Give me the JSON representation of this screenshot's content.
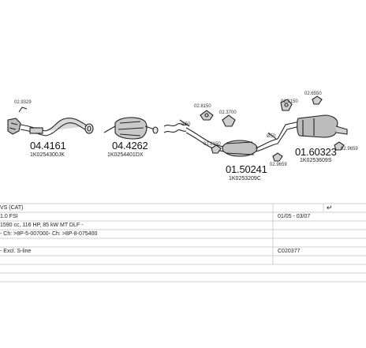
{
  "parts": [
    {
      "code": "04.4161",
      "oe": "1K0254300JK",
      "ref": "02.9329"
    },
    {
      "code": "04.4262",
      "oe": "1K0254401DX"
    },
    {
      "code": "01.50241",
      "oe": "1K0253209C"
    },
    {
      "code": "01.60323",
      "oe": "1K0253609S"
    }
  ],
  "refs": {
    "r1": "02.8150",
    "r2": "02.3700",
    "r3": "02.6150",
    "r4": "02.9659",
    "r5": "02.8150",
    "r6": "02.6550",
    "r7": "02.9659"
  },
  "diameters": {
    "d1": "Ø50",
    "d2": "Ø50"
  },
  "info": {
    "model": "VS (CAT)",
    "engine": "1.0 FSI",
    "dates": "01/05 - 03/07",
    "spec": "1590 cc, 116 HP, 85 kW MT DLF -",
    "chassis": "- Ch: >8P-5-007000- Ch: >8P-8-075400",
    "variant": "- Excl. S-line",
    "code": "C020377"
  }
}
